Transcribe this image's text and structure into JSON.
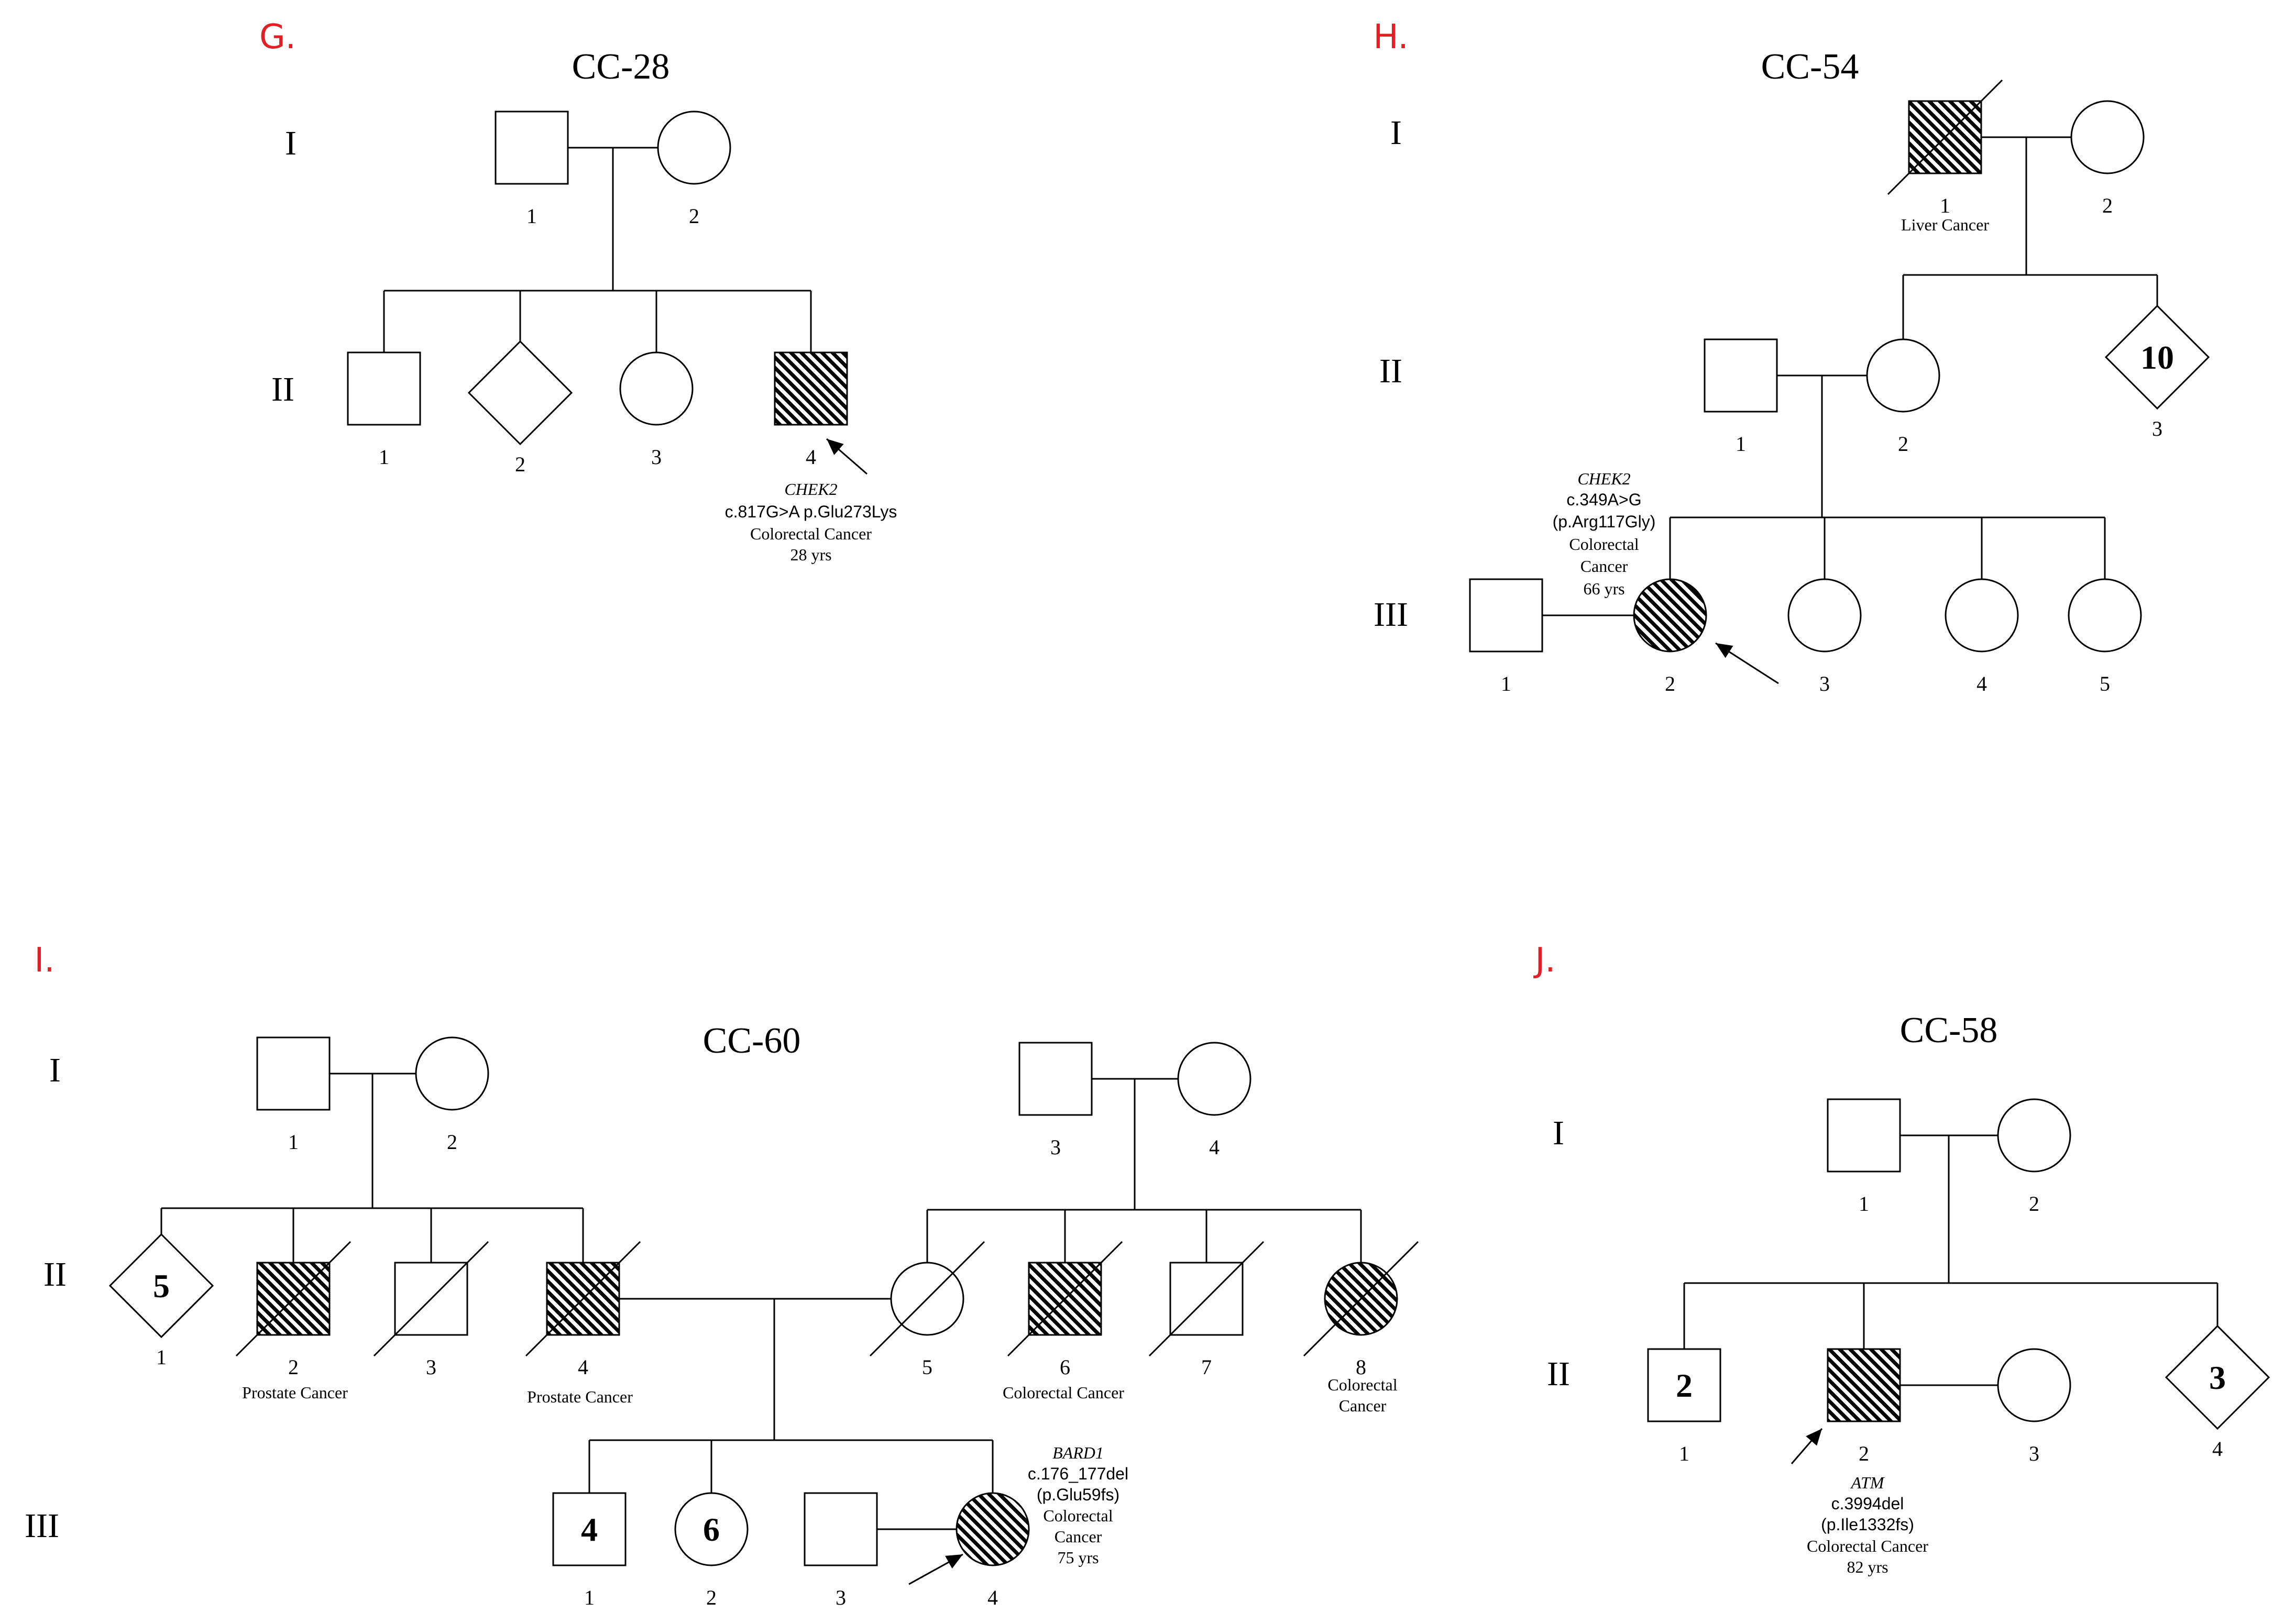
{
  "colors": {
    "panel_letter": "#e31e24",
    "line": "#000000",
    "affected_hatch": "#000000"
  },
  "panels": [
    {
      "letter": "G.",
      "family": "CC-28",
      "generations": [
        "I",
        "II"
      ],
      "individuals": [
        {
          "id": "G-I-1",
          "gen": "I",
          "num": "1",
          "sex": "male",
          "affected": false,
          "deceased": false
        },
        {
          "id": "G-I-2",
          "gen": "I",
          "num": "2",
          "sex": "female",
          "affected": false,
          "deceased": false
        },
        {
          "id": "G-II-1",
          "gen": "II",
          "num": "1",
          "sex": "male",
          "affected": false,
          "deceased": false
        },
        {
          "id": "G-II-2",
          "gen": "II",
          "num": "2",
          "sex": "unknown",
          "affected": false,
          "deceased": false
        },
        {
          "id": "G-II-3",
          "gen": "II",
          "num": "3",
          "sex": "female",
          "affected": false,
          "deceased": false
        },
        {
          "id": "G-II-4",
          "gen": "II",
          "num": "4",
          "sex": "male",
          "affected": true,
          "deceased": false,
          "proband": true,
          "gene": "CHEK2",
          "variant": "c.817G>A p.Glu273Lys",
          "diagnosis": "Colorectal Cancer",
          "age": "28 yrs"
        }
      ]
    },
    {
      "letter": "H.",
      "family": "CC-54",
      "generations": [
        "I",
        "II",
        "III"
      ],
      "individuals": [
        {
          "id": "H-I-1",
          "gen": "I",
          "num": "1",
          "sex": "male",
          "affected": true,
          "deceased": true,
          "diagnosis": "Liver Cancer"
        },
        {
          "id": "H-I-2",
          "gen": "I",
          "num": "2",
          "sex": "female",
          "affected": false,
          "deceased": false
        },
        {
          "id": "H-II-1",
          "gen": "II",
          "num": "1",
          "sex": "male",
          "affected": false,
          "deceased": false
        },
        {
          "id": "H-II-2",
          "gen": "II",
          "num": "2",
          "sex": "female",
          "affected": false,
          "deceased": false
        },
        {
          "id": "H-II-3",
          "gen": "II",
          "num": "3",
          "sex": "unknown",
          "affected": false,
          "deceased": false,
          "count": "10"
        },
        {
          "id": "H-III-1",
          "gen": "III",
          "num": "1",
          "sex": "male",
          "affected": false,
          "deceased": false
        },
        {
          "id": "H-III-2",
          "gen": "III",
          "num": "2",
          "sex": "female",
          "affected": true,
          "deceased": false,
          "proband": true,
          "gene": "CHEK2",
          "variant_lines": [
            "c.349A>G",
            "(p.Arg117Gly)"
          ],
          "diagnosis_lines": [
            "Colorectal",
            "Cancer"
          ],
          "age": "66 yrs"
        },
        {
          "id": "H-III-3",
          "gen": "III",
          "num": "3",
          "sex": "female",
          "affected": false,
          "deceased": false
        },
        {
          "id": "H-III-4",
          "gen": "III",
          "num": "4",
          "sex": "female",
          "affected": false,
          "deceased": false
        },
        {
          "id": "H-III-5",
          "gen": "III",
          "num": "5",
          "sex": "female",
          "affected": false,
          "deceased": false
        }
      ]
    },
    {
      "letter": "I.",
      "family": "CC-60",
      "generations": [
        "I",
        "II",
        "III"
      ],
      "individuals": [
        {
          "id": "I-I-1",
          "gen": "I",
          "num": "1",
          "sex": "male",
          "affected": false,
          "deceased": false
        },
        {
          "id": "I-I-2",
          "gen": "I",
          "num": "2",
          "sex": "female",
          "affected": false,
          "deceased": false
        },
        {
          "id": "I-I-3",
          "gen": "I",
          "num": "3",
          "sex": "male",
          "affected": false,
          "deceased": false
        },
        {
          "id": "I-I-4",
          "gen": "I",
          "num": "4",
          "sex": "female",
          "affected": false,
          "deceased": false
        },
        {
          "id": "I-II-1",
          "gen": "II",
          "num": "1",
          "sex": "unknown",
          "affected": false,
          "deceased": false,
          "count": "5"
        },
        {
          "id": "I-II-2",
          "gen": "II",
          "num": "2",
          "sex": "male",
          "affected": true,
          "deceased": true,
          "diagnosis": "Prostate Cancer"
        },
        {
          "id": "I-II-3",
          "gen": "II",
          "num": "3",
          "sex": "male",
          "affected": false,
          "deceased": true
        },
        {
          "id": "I-II-4",
          "gen": "II",
          "num": "4",
          "sex": "male",
          "affected": true,
          "deceased": true,
          "diagnosis": "Prostate Cancer"
        },
        {
          "id": "I-II-5",
          "gen": "II",
          "num": "5",
          "sex": "female",
          "affected": false,
          "deceased": true
        },
        {
          "id": "I-II-6",
          "gen": "II",
          "num": "6",
          "sex": "male",
          "affected": true,
          "deceased": true,
          "diagnosis": "Colorectal Cancer"
        },
        {
          "id": "I-II-7",
          "gen": "II",
          "num": "7",
          "sex": "male",
          "affected": false,
          "deceased": true
        },
        {
          "id": "I-II-8",
          "gen": "II",
          "num": "8",
          "sex": "female",
          "affected": true,
          "deceased": true,
          "diagnosis_lines": [
            "Colorectal",
            "Cancer"
          ]
        },
        {
          "id": "I-III-1",
          "gen": "III",
          "num": "1",
          "sex": "male",
          "affected": false,
          "deceased": false,
          "count": "4"
        },
        {
          "id": "I-III-2",
          "gen": "III",
          "num": "2",
          "sex": "female",
          "affected": false,
          "deceased": false,
          "count": "6"
        },
        {
          "id": "I-III-3",
          "gen": "III",
          "num": "3",
          "sex": "male",
          "affected": false,
          "deceased": false
        },
        {
          "id": "I-III-4",
          "gen": "III",
          "num": "4",
          "sex": "female",
          "affected": true,
          "deceased": false,
          "proband": true,
          "gene": "BARD1",
          "variant_lines": [
            "c.176_177del",
            "(p.Glu59fs)"
          ],
          "diagnosis_lines": [
            "Colorectal",
            "Cancer"
          ],
          "age": "75 yrs"
        }
      ]
    },
    {
      "letter": "J.",
      "family": "CC-58",
      "generations": [
        "I",
        "II"
      ],
      "individuals": [
        {
          "id": "J-I-1",
          "gen": "I",
          "num": "1",
          "sex": "male",
          "affected": false,
          "deceased": false
        },
        {
          "id": "J-I-2",
          "gen": "I",
          "num": "2",
          "sex": "female",
          "affected": false,
          "deceased": false
        },
        {
          "id": "J-II-1",
          "gen": "II",
          "num": "1",
          "sex": "male",
          "affected": false,
          "deceased": false,
          "count": "2"
        },
        {
          "id": "J-II-2",
          "gen": "II",
          "num": "2",
          "sex": "male",
          "affected": true,
          "deceased": false,
          "proband": true,
          "gene": "ATM",
          "variant_lines": [
            "c.3994del",
            "(p.Ile1332fs)"
          ],
          "diagnosis": "Colorectal Cancer",
          "age": "82 yrs"
        },
        {
          "id": "J-II-3",
          "gen": "II",
          "num": "3",
          "sex": "female",
          "affected": false,
          "deceased": false
        },
        {
          "id": "J-II-4",
          "gen": "II",
          "num": "4",
          "sex": "unknown",
          "affected": false,
          "deceased": false,
          "count": "3"
        }
      ]
    }
  ]
}
